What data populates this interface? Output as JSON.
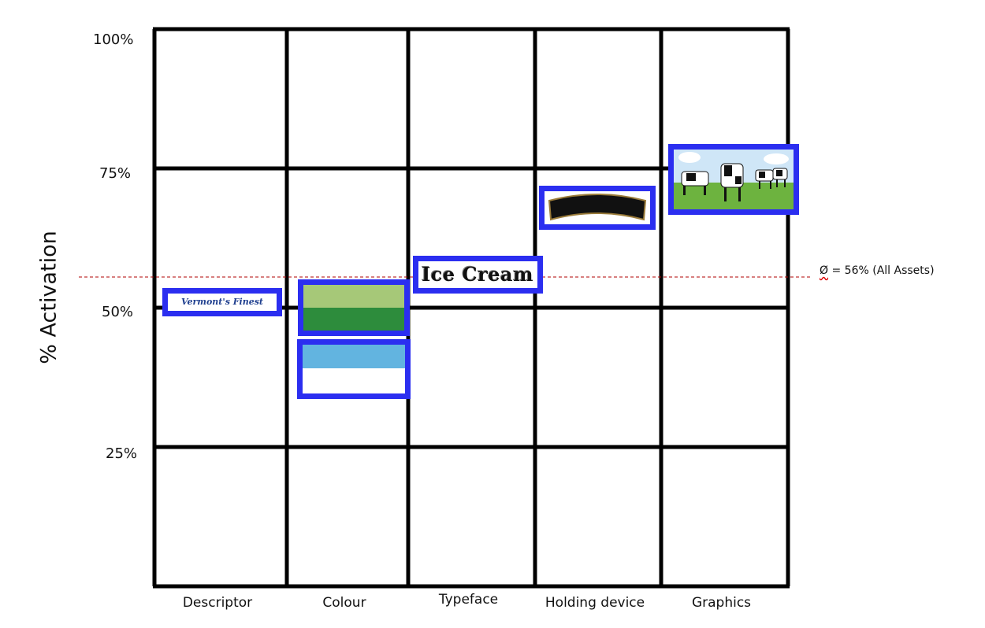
{
  "chart_data": {
    "type": "scatter",
    "ylabel": "% Activation",
    "yticks": [
      "100%",
      "75%",
      "50%",
      "25%"
    ],
    "ylim": [
      0,
      100
    ],
    "categories": [
      "Descriptor",
      "Colour",
      "Typeface",
      "Holding device",
      "Graphics"
    ],
    "average": {
      "value": 56,
      "symbol": "Ø",
      "label": "= 56% (All Assets)"
    },
    "points": [
      {
        "category": "Descriptor",
        "value": 51,
        "asset": "descriptor",
        "text": "Vermont's Finest"
      },
      {
        "category": "Colour",
        "value": 50,
        "asset": "colour-green"
      },
      {
        "category": "Colour",
        "value": 39,
        "asset": "colour-blue"
      },
      {
        "category": "Typeface",
        "value": 56,
        "asset": "typeface",
        "text": "Ice Cream"
      },
      {
        "category": "Holding device",
        "value": 68,
        "asset": "holding-device"
      },
      {
        "category": "Graphics",
        "value": 73,
        "asset": "graphics"
      }
    ],
    "grid": true
  },
  "colors": {
    "marker_border": "#2b2ef0",
    "grid": "#000000",
    "average_line": "#b00000"
  }
}
